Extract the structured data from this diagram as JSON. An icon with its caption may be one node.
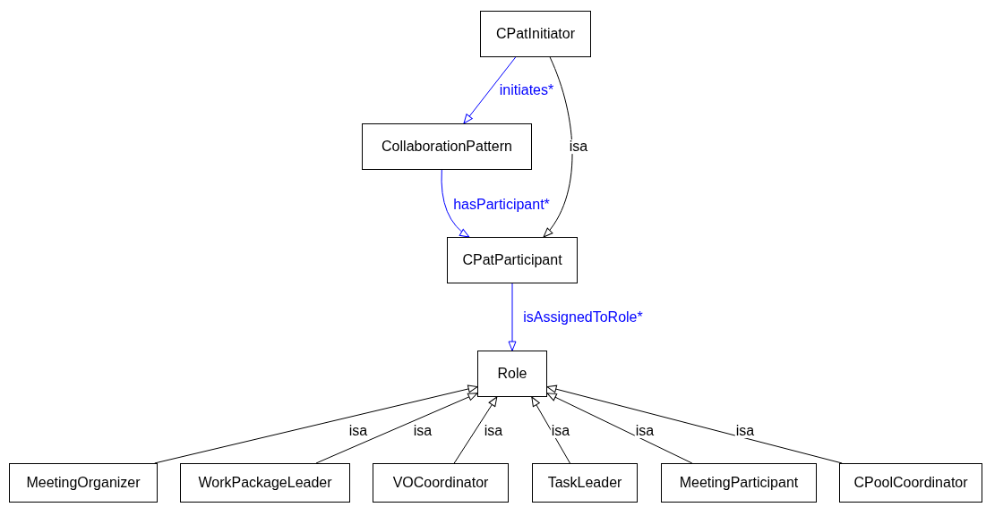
{
  "diagram": {
    "nodes": [
      {
        "text": [
          "CPatInitiator"
        ]
      },
      {
        "text": [
          "CollaborationPattern"
        ]
      },
      {
        "text": [
          "CPatParticipant"
        ]
      },
      {
        "text": [
          "Role"
        ]
      },
      {
        "text": [
          "MeetingOrganizer"
        ]
      },
      {
        "text": [
          "WorkPackageLeader"
        ]
      },
      {
        "text": [
          "VOCoordinator"
        ]
      },
      {
        "text": [
          "TaskLeader"
        ]
      },
      {
        "text": [
          "MeetingParticipant"
        ]
      },
      {
        "text": [
          "CPoolCoordinator"
        ]
      }
    ],
    "edges": [
      {
        "from": 0,
        "to": 1,
        "arrow": "to",
        "label": "initiates*",
        "color": "#0000ff"
      },
      {
        "from": 1,
        "to": 2,
        "arrow": "to",
        "label": "hasParticipant*",
        "color": "#0000ff"
      },
      {
        "from": 0,
        "to": 2,
        "arrow": "to",
        "label": "isa"
      },
      {
        "from": 2,
        "to": 3,
        "arrow": "to",
        "label": "isAssignedToRole*",
        "color": "#0000ff"
      },
      {
        "from": 4,
        "to": 3,
        "arrow": "to",
        "label": "isa"
      },
      {
        "from": 5,
        "to": 3,
        "arrow": "to",
        "label": "isa"
      },
      {
        "from": 6,
        "to": 3,
        "arrow": "to",
        "label": "isa"
      },
      {
        "from": 7,
        "to": 3,
        "arrow": "to",
        "label": "isa"
      },
      {
        "from": 8,
        "to": 3,
        "arrow": "to",
        "label": "isa"
      },
      {
        "from": 9,
        "to": 3,
        "arrow": "to",
        "label": "isa"
      }
    ]
  }
}
